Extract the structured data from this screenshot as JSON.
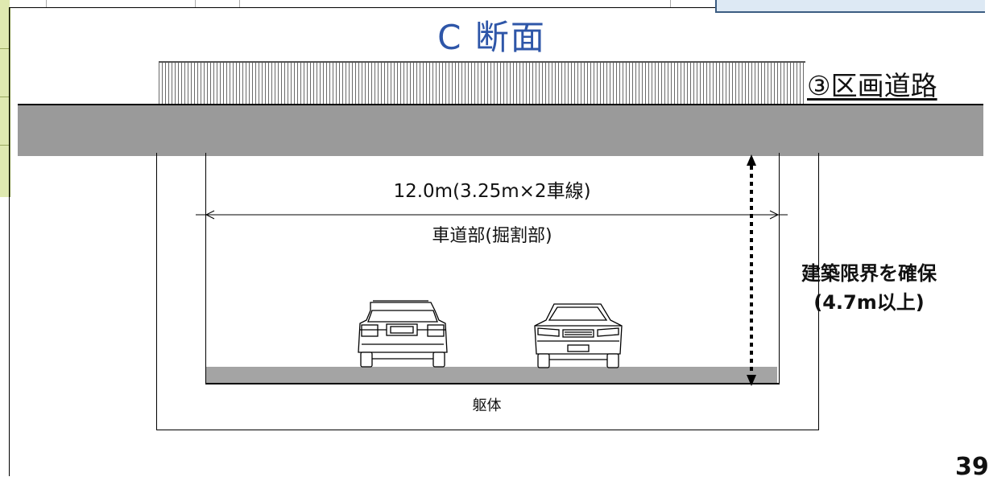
{
  "title": "C 断面",
  "road_name": "③区画道路",
  "roadway": {
    "width_dimension": "12.0m(3.25m×2車線)",
    "label": "車道部(掘割部)"
  },
  "clearance": {
    "line1": "建築限界を確保",
    "line2": "(4.7m以上)"
  },
  "structure_label": "躯体",
  "page_number": "39",
  "vehicles": [
    "car-rear-icon",
    "car-front-icon"
  ],
  "colors": {
    "title": "#2e56a8",
    "slab": "#9a9a9a",
    "pavement": "#a4a4a4"
  }
}
